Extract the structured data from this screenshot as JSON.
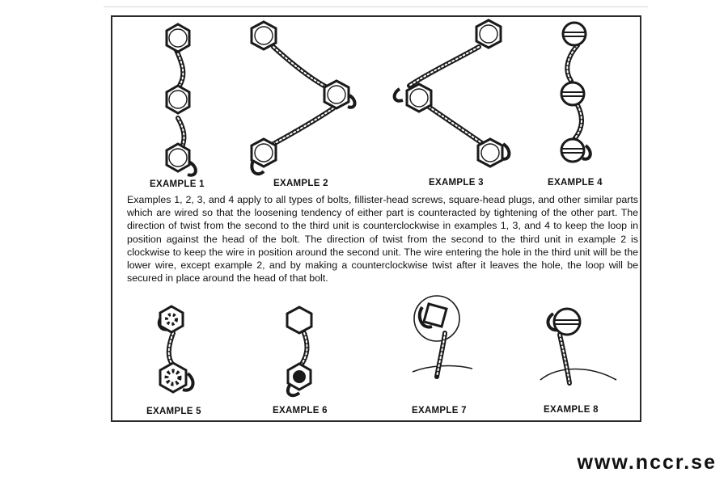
{
  "captions": {
    "example1": "EXAMPLE 1",
    "example2": "EXAMPLE 2",
    "example3": "EXAMPLE 3",
    "example4": "EXAMPLE 4",
    "example5": "EXAMPLE 5",
    "example6": "EXAMPLE 6",
    "example7": "EXAMPLE 7",
    "example8": "EXAMPLE 8"
  },
  "description": "Examples 1, 2, 3, and 4 apply to all types of bolts, fillister-head screws, square-head plugs, and other similar parts which are wired so that the loosening tendency of either part is counteracted by tightening of the other part.  The direction of twist from the second to the third unit is counterclockwise in examples 1, 3, and 4 to keep the loop in position against the head of the bolt.  The direction of twist from the second to the third unit in example 2 is clockwise to keep the wire in position around the second unit.  The wire entering the hole in the third unit will be the lower wire, except example 2, and by making a counterclockwise twist after it leaves the hole, the loop will be secured in place around the head of that bolt.",
  "watermark": "www.nccr.se"
}
